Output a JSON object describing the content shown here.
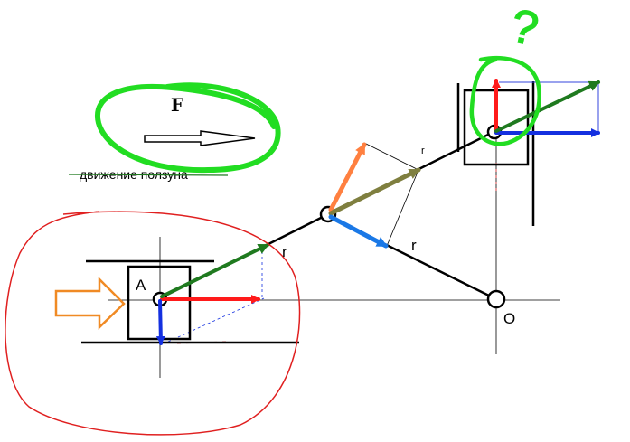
{
  "labels": {
    "force": "F",
    "motion_caption": "движение ползуна",
    "point_a": "A",
    "point_o": "O",
    "radius_mid": "r",
    "radius_lower": "r",
    "radius_upper": "r",
    "question": "?"
  },
  "colors": {
    "highlight_green": "#22dd22",
    "circle_red": "#e02020",
    "rod_black": "#000000",
    "vec_red": "#ff1a1a",
    "vec_blue": "#1430e0",
    "vec_dark_green": "#1f7a1f",
    "vec_orange": "#ff8040",
    "vec_olive": "#7f7f3f",
    "vec_light_blue": "#1a78e6",
    "push_arrow_orange": "#f08a24",
    "construction_blue": "#3344dd"
  },
  "icons": {
    "push": "push-arrow-icon",
    "force_direction": "force-arrow-icon"
  }
}
